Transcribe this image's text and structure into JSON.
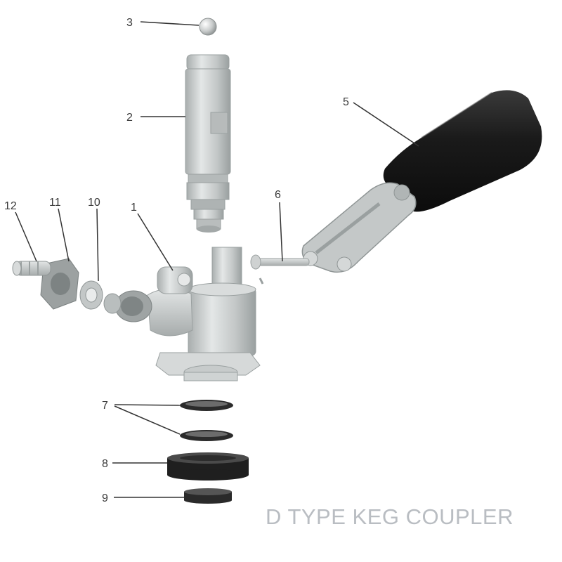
{
  "title": "D TYPE KEG COUPLER",
  "parts": [
    {
      "number": "1"
    },
    {
      "number": "2"
    },
    {
      "number": "3"
    },
    {
      "number": "5"
    },
    {
      "number": "6"
    },
    {
      "number": "7"
    },
    {
      "number": "8"
    },
    {
      "number": "9"
    },
    {
      "number": "10"
    },
    {
      "number": "11"
    },
    {
      "number": "12"
    }
  ],
  "colors": {
    "metal": "#c8cccc",
    "metal_dark": "#9aa0a0",
    "handle": "#1c1c1c",
    "seal": "#2a2a2a",
    "leader": "#333333",
    "caption": "#b9bdc2"
  }
}
